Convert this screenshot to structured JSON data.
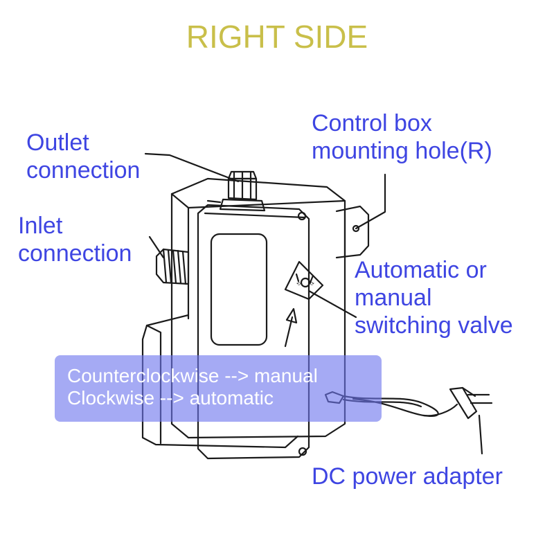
{
  "title": "RIGHT SIDE",
  "labels": {
    "outlet": [
      "Outlet",
      "connection"
    ],
    "inlet": [
      "Inlet",
      "connection"
    ],
    "control_box": [
      "Control box",
      "mounting hole(R)"
    ],
    "valve": [
      "Automatic or",
      "manual",
      "switching valve"
    ],
    "dc_power": "DC power adapter"
  },
  "note": {
    "line1": "Counterclockwise --> manual",
    "line2": "Clockwise --> automatic"
  },
  "colors": {
    "title": "#c9bf4a",
    "label": "#3e45e2",
    "note_bg": "#6e76ee",
    "line": "#1a1a1a"
  }
}
